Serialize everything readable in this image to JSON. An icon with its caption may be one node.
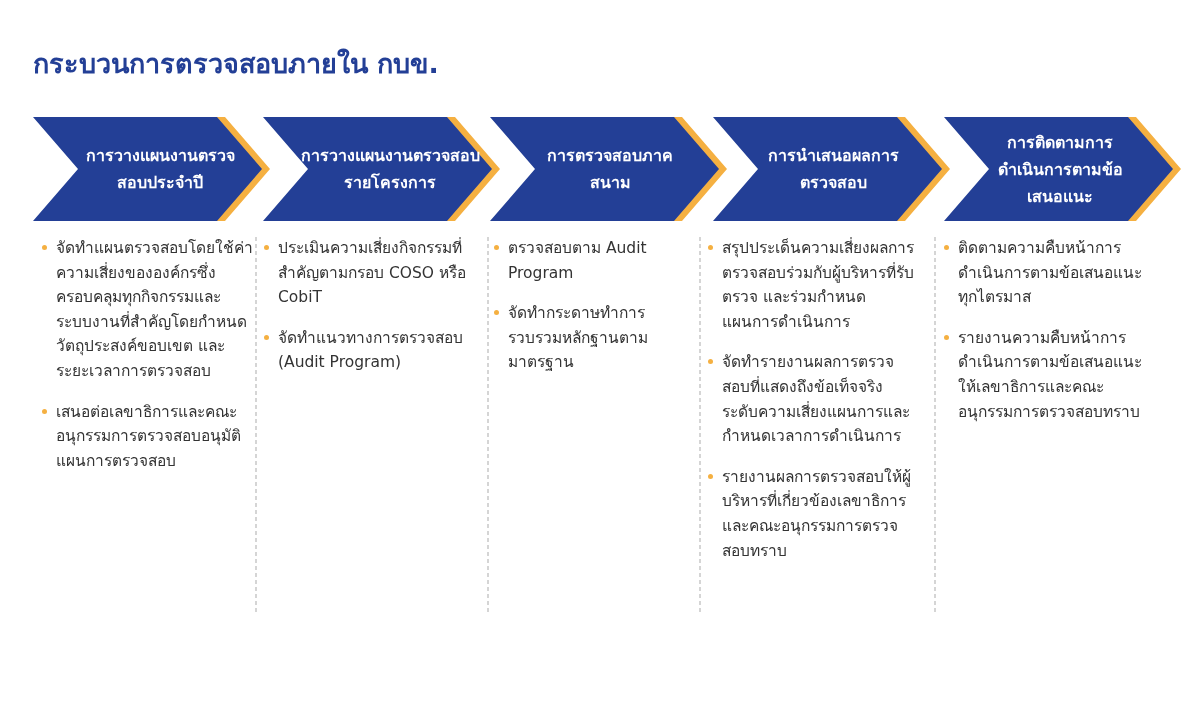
{
  "diagram": {
    "title": "กระบวนการตรวจสอบภายใน กบข.",
    "nodes": [
      {
        "text": [
          "การวางแผนงานตรวจสอบประจำปี"
        ],
        "beside": [
          "จัดทำแผนตรวจสอบโดยใช้ค่าความเสี่ยงขององค์กรซึ่งครอบคลุมทุกกิจกรรมและระบบงานที่สำคัญโดยกำหนดวัตถุประสงค์ขอบเขต และระยะเวลาการตรวจสอบ",
          "เสนอต่อเลขาธิการและคณะอนุกรรมการตรวจสอบอนุมัติแผนการตรวจสอบ"
        ]
      },
      {
        "text": [
          "การวางแผนงานตรวจสอบรายโครงการ"
        ],
        "beside": [
          "ประเมินความเสี่ยงกิจกรรมที่สำคัญตามกรอบ COSO หรือ CobiT",
          "จัดทำแนวทางการตรวจสอบ (Audit Program)"
        ]
      },
      {
        "text": [
          "การตรวจสอบภาคสนาม"
        ],
        "beside": [
          "ตรวจสอบตาม Audit Program",
          "จัดทำกระดาษทำการรวบรวมหลักฐานตามมาตรฐาน"
        ]
      },
      {
        "text": [
          "การนำเสนอผลการตรวจสอบ"
        ],
        "beside": [
          "สรุปประเด็นความเสี่ยงผลการตรวจสอบร่วมกับผู้บริหารที่รับตรวจ และร่วมกำหนดแผนการดำเนินการ",
          "จัดทำรายงานผลการตรวจสอบที่แสดงถึงข้อเท็จจริง ระดับความเสี่ยงแผนการและกำหนดเวลาการดำเนินการ",
          "รายงานผลการตรวจสอบให้ผู้บริหารที่เกี่ยวข้องเลขาธิการและคณะอนุกรรมการตรวจสอบทราบ"
        ]
      },
      {
        "text": [
          "การติดตามการดำเนินการตามข้อเสนอแนะ"
        ],
        "beside": [
          "ติดตามความคืบหน้าการดำเนินการตามข้อเสนอแนะทุกไตรมาส",
          "รายงานความคืบหน้าการดำเนินการตามข้อเสนอแนะให้เลขาธิการและคณะอนุกรรมการตรวจสอบทราบ"
        ]
      }
    ]
  }
}
